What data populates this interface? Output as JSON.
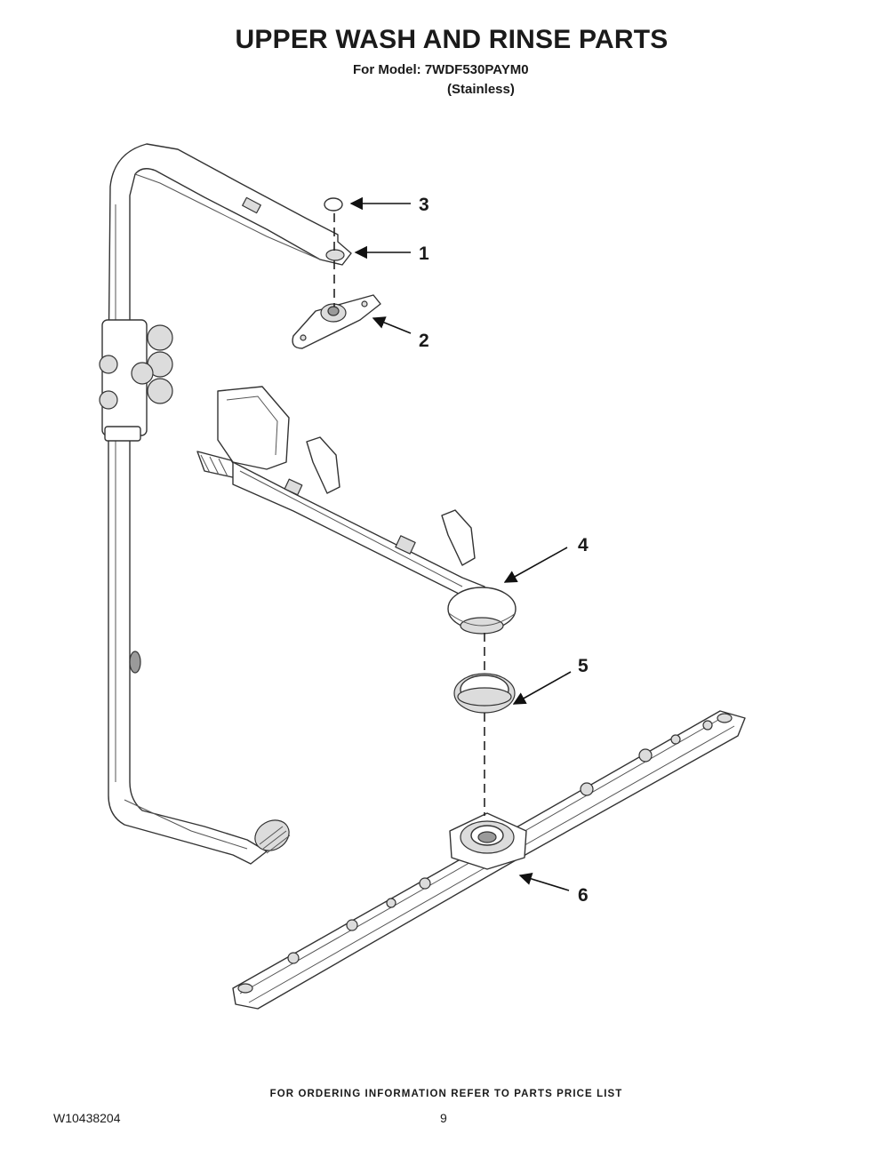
{
  "header": {
    "title": "UPPER WASH AND RINSE PARTS",
    "model_line": "For Model: 7WDF530PAYM0",
    "variant": "(Stainless)"
  },
  "callouts": [
    {
      "number": "3"
    },
    {
      "number": "1"
    },
    {
      "number": "2"
    },
    {
      "number": "4"
    },
    {
      "number": "5"
    },
    {
      "number": "6"
    }
  ],
  "footer": {
    "ordering_note": "FOR ORDERING INFORMATION REFER TO PARTS PRICE LIST",
    "document_number": "W10438204",
    "page_number": "9"
  }
}
